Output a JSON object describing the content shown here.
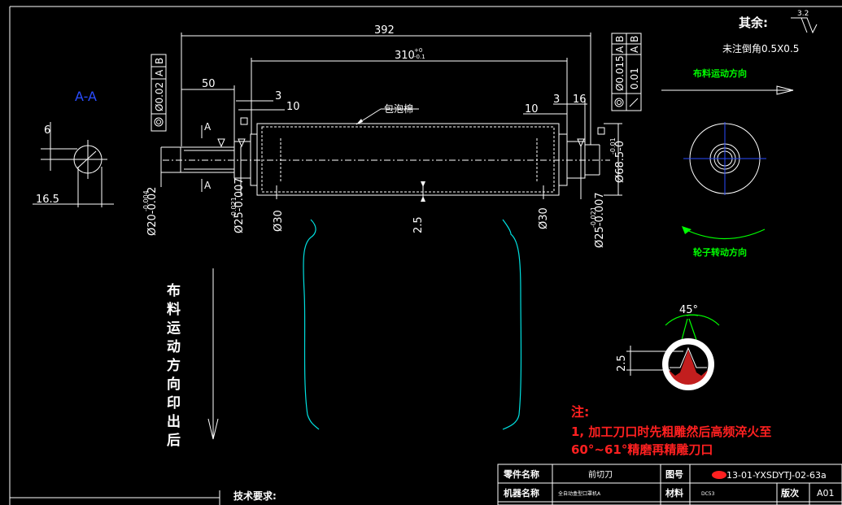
{
  "dimensions": {
    "d392": "392",
    "d310": "310",
    "d310_tol": "+0",
    "d310_tol2": "-0.1",
    "d50": "50",
    "d3_left": "3",
    "d10_left": "10",
    "d10_right": "10",
    "d3_right": "3",
    "d16": "16",
    "d6": "6",
    "d16_5": "16.5",
    "d2_5": "2.5",
    "phi20": "Ø20-0.02",
    "phi20_b": "-0.004",
    "phi25_left": "Ø25-0.007",
    "phi25_left_b": "-0.021",
    "phi30_left": "Ø30",
    "phi30_right": "Ø30",
    "phi25_right": "Ø25-0.007",
    "phi25_right_b": "-0.021",
    "phi68": "Ø68.5-0",
    "phi68_b": "-0.01",
    "angle45": "45°",
    "d2_5_detail": "2.5"
  },
  "tolerances": {
    "left_frame": [
      "◎",
      "Ø0.02",
      "A",
      "B"
    ],
    "right_frame_1": [
      "◎",
      "Ø0.015",
      "A",
      "B"
    ],
    "right_frame_2": [
      "↗",
      "0.01",
      "A",
      "B"
    ]
  },
  "labels": {
    "section_aa": "A-A",
    "section_a_top": "A",
    "section_a_bottom": "A",
    "wrap_cotton": "包泡棉",
    "roughness": "3.2",
    "other": "其余:",
    "chamfer": "未注倒角0.5X0.5",
    "feed_dir": "布料运动方向",
    "wheel_dir": "轮子转动方向",
    "vertical_text": [
      "布",
      "料",
      "运",
      "动",
      "方",
      "向",
      "印",
      "出",
      "后"
    ],
    "note_title": "注:",
    "note_line1": "1, 加工刀口时先粗雕然后高频淬火至",
    "note_line2": "60°~61°精磨再精雕刀口",
    "tech_req": "技术要求:"
  },
  "title_block": {
    "part_name_label": "零件名称",
    "part_name_value": "前切刀",
    "drawing_no_label": "图号",
    "drawing_no_value": "13-01-YXSDYTJ-02-63a",
    "machine_label": "机器名称",
    "machine_value": "全自动盒型口罩机A",
    "material_label": "材料",
    "material_value": "DC53",
    "version_label": "版次",
    "version_value": "A01"
  },
  "colors": {
    "background": "#000000",
    "line": "#ffffff",
    "arrow_green": "#00ff00",
    "break_cyan": "#00e0e0",
    "center_blue": "#2a4dff",
    "note_red": "#ff2020"
  }
}
